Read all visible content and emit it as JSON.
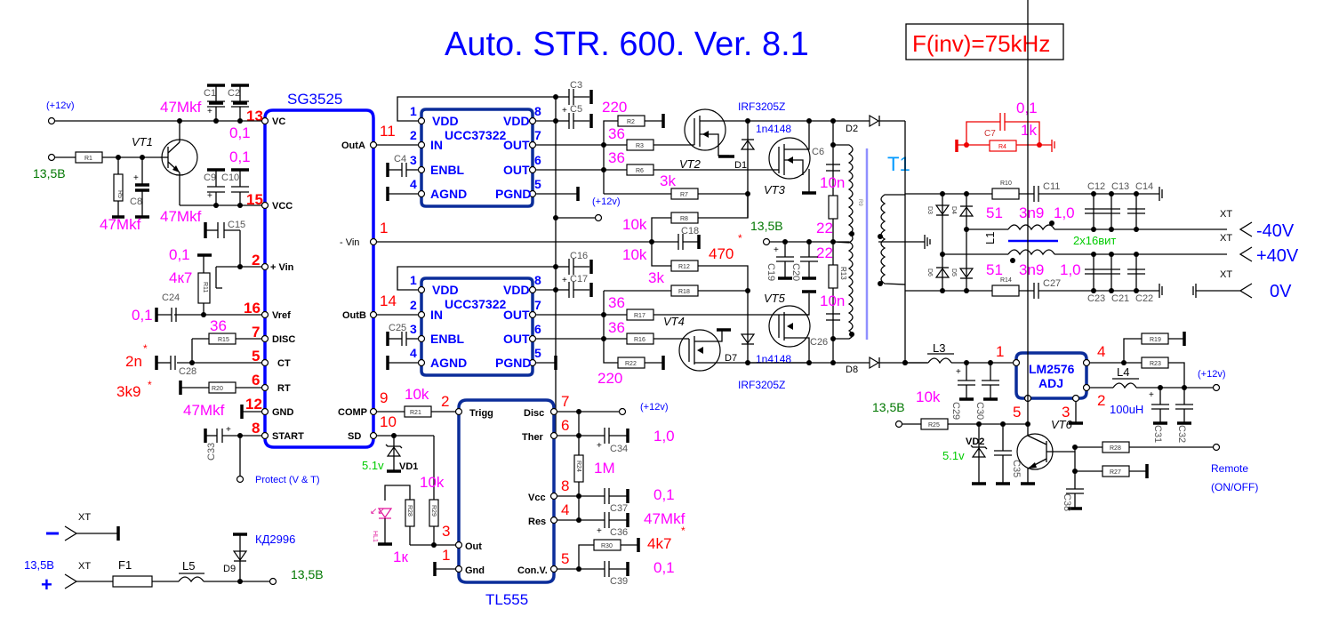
{
  "title": "Auto. STR. 600. Ver. 8.1",
  "frequency_note": "F(inv)=75kHz",
  "colors": {
    "title": "#0000ff",
    "component_value": "#ff00ff",
    "pin_number": "#ff0000",
    "voltage_green": "#007700",
    "ic_outline": "#0000ff"
  },
  "ics": {
    "sg3525": {
      "name": "SG3525",
      "left_pins": [
        {
          "num": "13",
          "label": "VC"
        },
        {
          "num": "15",
          "label": "VCC"
        },
        {
          "num": "2",
          "label": "+ Vin"
        },
        {
          "num": "16",
          "label": "Vref"
        },
        {
          "num": "7",
          "label": "DISC"
        },
        {
          "num": "5",
          "label": "CT"
        },
        {
          "num": "6",
          "label": "RT"
        },
        {
          "num": "12",
          "label": "GND"
        },
        {
          "num": "8",
          "label": "START"
        }
      ],
      "right_pins": [
        {
          "num": "11",
          "label": "OutA"
        },
        {
          "num": "1",
          "label": "- Vin"
        },
        {
          "num": "14",
          "label": "OutB"
        },
        {
          "num": "9",
          "label": "COMP"
        },
        {
          "num": "10",
          "label": "SD"
        }
      ]
    },
    "ucc_top": {
      "name": "UCC37322",
      "pins": [
        {
          "num": "1",
          "label": "VDD"
        },
        {
          "num": "2",
          "label": "IN"
        },
        {
          "num": "3",
          "label": "ENBL"
        },
        {
          "num": "4",
          "label": "AGND"
        },
        {
          "num": "8",
          "label": "VDD"
        },
        {
          "num": "7",
          "label": "OUT"
        },
        {
          "num": "6",
          "label": "OUT"
        },
        {
          "num": "5",
          "label": "PGND"
        }
      ]
    },
    "ucc_bottom": {
      "name": "UCC37322",
      "pins": [
        {
          "num": "1",
          "label": "VDD"
        },
        {
          "num": "2",
          "label": "IN"
        },
        {
          "num": "3",
          "label": "ENBL"
        },
        {
          "num": "4",
          "label": "AGND"
        },
        {
          "num": "8",
          "label": "VDD"
        },
        {
          "num": "7",
          "label": "OUT"
        },
        {
          "num": "6",
          "label": "OUT"
        },
        {
          "num": "5",
          "label": "PGND"
        }
      ]
    },
    "tl555": {
      "name": "TL555",
      "left_pins": [
        {
          "num": "2",
          "label": "Trigg"
        },
        {
          "num": "3",
          "label": "Out"
        },
        {
          "num": "1",
          "label": "Gnd"
        }
      ],
      "right_pins": [
        {
          "num": "7",
          "label": "Disc"
        },
        {
          "num": "6",
          "label": "Ther"
        },
        {
          "num": "8",
          "label": "Vcc"
        },
        {
          "num": "4",
          "label": "Res"
        },
        {
          "num": "5",
          "label": "Con.V."
        }
      ]
    },
    "lm2576": {
      "name": "LM2576",
      "sub": "ADJ",
      "pins": [
        {
          "num": "1"
        },
        {
          "num": "4"
        },
        {
          "num": "2"
        },
        {
          "num": "5"
        },
        {
          "num": "3"
        }
      ]
    }
  },
  "labels": {
    "plus12v": "(+12v)",
    "v13_5": "13,5В",
    "vt1": "VT1",
    "vt2": "VT2",
    "vt3": "VT3",
    "vt4": "VT4",
    "vt5": "VT5",
    "vt6": "VT6",
    "irf": "IRF3205Z",
    "d1n4148": "1n4148",
    "d1": "D1",
    "d7": "D7",
    "d2": "D2",
    "d8": "D8",
    "d9": "D9",
    "kd": "КД2996",
    "t1": "T1",
    "l1": "L1",
    "l3": "L3",
    "l4": "L4",
    "l5": "L5",
    "f1": "F1",
    "xt": "XT",
    "minus": "−",
    "plus": "+",
    "protect": "Protect (V & T)",
    "remote": "Remote",
    "onoff": "(ON/OFF)",
    "vd1": "VD1",
    "vd2": "VD2",
    "z51": "5.1v",
    "turns": "2x16вит",
    "l4val": "100uH",
    "hl1": "HL1",
    "out_m40": "-40V",
    "out_p40": "+40V",
    "out_0": "0V"
  },
  "values": {
    "v47mkf": "47Mkf",
    "v0_1": "0,1",
    "v4k7": "4к7",
    "v36": "36",
    "v2n": "2n",
    "v3k9": "3k9",
    "v220": "220",
    "v3k": "3k",
    "v10k": "10k",
    "v470": "470",
    "v10n": "10n",
    "v22": "22",
    "v1k": "1k",
    "v51": "51",
    "v3n9": "3n9",
    "v1_0": "1,0",
    "v1M": "1M",
    "v4k7r": "4k7",
    "v1k_led": "1к",
    "star": "*"
  },
  "refs": [
    "C1",
    "C2",
    "C3",
    "C4",
    "C5",
    "C6",
    "C7",
    "C8",
    "C9",
    "C10",
    "C11",
    "C12",
    "C13",
    "C14",
    "C15",
    "C16",
    "C17",
    "C18",
    "C19",
    "C20",
    "C21",
    "C22",
    "C23",
    "C24",
    "C25",
    "C26",
    "C27",
    "C28",
    "C29",
    "C30",
    "C31",
    "C32",
    "C33",
    "C34",
    "C35",
    "C36",
    "C37",
    "C38",
    "C39",
    "R1",
    "R2",
    "R3",
    "R4",
    "R5",
    "R6",
    "R7",
    "R8",
    "R9",
    "R10",
    "R11",
    "R12",
    "R13",
    "R14",
    "R15",
    "R16",
    "R17",
    "R18",
    "R19",
    "R20",
    "R21",
    "R22",
    "R23",
    "R24",
    "R25",
    "R26",
    "R27",
    "R28",
    "R29",
    "R30",
    "D3",
    "D4",
    "D5",
    "D6"
  ]
}
